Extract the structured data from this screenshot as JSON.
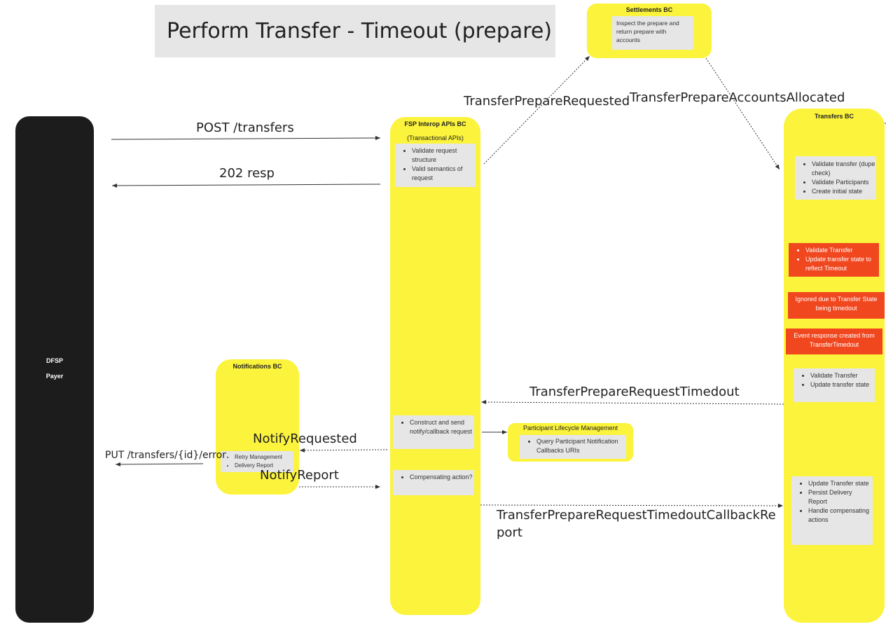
{
  "title": "Perform Transfer - Timeout (prepare)",
  "dfsp": {
    "line1": "DFSP",
    "line2": "Payer"
  },
  "settlements": {
    "title": "Settlements BC",
    "note": "Inspect the prepare and return prepare with accounts"
  },
  "fsp_interop": {
    "title": "FSP Interop APIs BC",
    "subtitle": "(Transactional APIs)",
    "validate_notes": [
      "Validate request structure",
      "Valid semantics of request"
    ],
    "construct_notes": [
      "Construct and send notify/callback request"
    ],
    "compensating_notes": [
      "Compensating action?"
    ]
  },
  "transfers": {
    "title": "Transfers BC",
    "validate_notes": [
      "Validate transfer (dupe check)",
      "Validate Participants",
      "Create initial state"
    ],
    "timeout_notes": [
      "Validate Transfer",
      "Update transfer state to reflect Timeout"
    ],
    "ignored_note": "Ignored due to Transfer State being timedout",
    "event_note": "Event response created from TransferTimedout",
    "validate2_notes": [
      "Validate Transfer",
      "Update transfer state"
    ],
    "update_notes": [
      "Update Transfer state",
      "Persist Delivery Report",
      "Handle compensating actions"
    ]
  },
  "notifications": {
    "title": "Notifications BC",
    "notes": [
      "Retry Management",
      "Delivery Report"
    ]
  },
  "participant": {
    "title": "Participant Lifecycle Management",
    "notes": [
      "Query Participant Notification Callbacks URIs"
    ]
  },
  "arrows": {
    "post": "POST /transfers",
    "resp": "202 resp",
    "prepare_requested": "TransferPrepareRequested",
    "accounts_allocated": "TransferPrepareAccountsAllocated",
    "timedout": "TransferPrepareRequestTimedout",
    "notify_requested": "NotifyRequested",
    "notify_report": "NotifyReport",
    "put_error": "PUT /transfers/{id}/error",
    "callback_report_1": "TransferPrepareRequestTimedoutCallbackRe",
    "callback_report_2": "port"
  },
  "colors": {
    "lane_yellow": "#fbf33c",
    "dfsp_black": "#1c1c1c",
    "note_grey": "#e6e6e6",
    "alert_red": "#f0471f"
  }
}
